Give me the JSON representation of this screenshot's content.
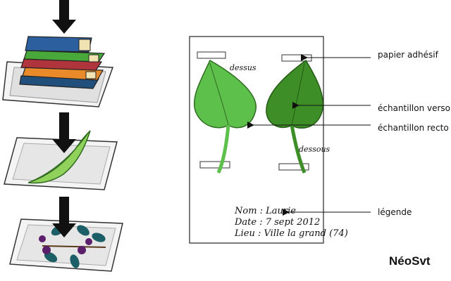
{
  "herbarium_sheet": {
    "upper_side_label": "dessus",
    "under_side_label": "dessous",
    "caption_lines": [
      "Nom : Laurie",
      "Date : 7 sept 2012",
      "Lieu : Ville la grand (74)"
    ]
  },
  "callouts": {
    "tape": "papier adhésif",
    "verso": "échantillon verso",
    "recto": "échantillon recto",
    "caption": "légende"
  },
  "brand": "NéoSvt",
  "colors": {
    "arrow": "#111111",
    "leaf_light": "#5cc04a",
    "leaf_dark": "#3e8e27",
    "berry": "#5b1e6b",
    "leaf_teal": "#1d5f66"
  },
  "icons": [
    "down-arrow-icon",
    "book-stack-icon",
    "fern-leaf-icon",
    "berry-branch-icon"
  ]
}
